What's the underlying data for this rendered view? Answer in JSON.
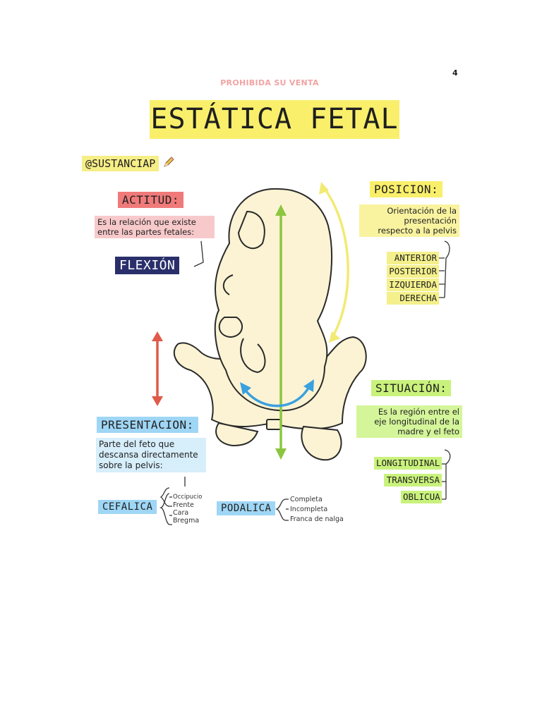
{
  "page_number": "4",
  "watermark_top": "PROHIBIDA SU VENTA",
  "title": "ESTÁTICA FETAL",
  "handle": "@SUSTANCIAP",
  "actitud": {
    "label": "ACTITUD:",
    "desc_line1": "Es la relación que existe",
    "desc_line2": "entre las partes fetales:",
    "flexion": "FLEXIÓN"
  },
  "posicion": {
    "label": "POSICION:",
    "desc_line1": "Orientación de la",
    "desc_line2": "presentación",
    "desc_line3": "respecto a la pelvis",
    "items": [
      "ANTERIOR",
      "POSTERIOR",
      "IZQUIERDA",
      "DERECHA"
    ]
  },
  "situacion": {
    "label": "SITUACIÓN:",
    "desc_line1": "Es la región entre el",
    "desc_line2": "eje longitudinal de la",
    "desc_line3": "madre y el feto",
    "items": [
      "LONGITUDINAL",
      "TRANSVERSA",
      "OBLICUA"
    ]
  },
  "presentacion": {
    "label": "PRESENTACION:",
    "desc_line1": "Parte del feto que",
    "desc_line2": "descansa directamente",
    "desc_line3": "sobre la pelvis:",
    "cefalica": {
      "label": "CEFALICA",
      "items": [
        "Occipucio",
        "Frente",
        "Cara",
        "Bregma"
      ]
    },
    "podalica": {
      "label": "PODALICA",
      "items": [
        "Completa",
        "Incompleta",
        "Franca de nalga"
      ]
    }
  },
  "colors": {
    "yellow": "#f9ef6b",
    "green": "#c9f27c",
    "red": "#f07a7a",
    "navy": "#2a2f6b",
    "blue": "#9fd6f5",
    "arrow_green": "#8cc63f",
    "arrow_red": "#e05a4a",
    "arrow_blue": "#3aa0e0",
    "fetus_fill": "#fbf3d3"
  }
}
